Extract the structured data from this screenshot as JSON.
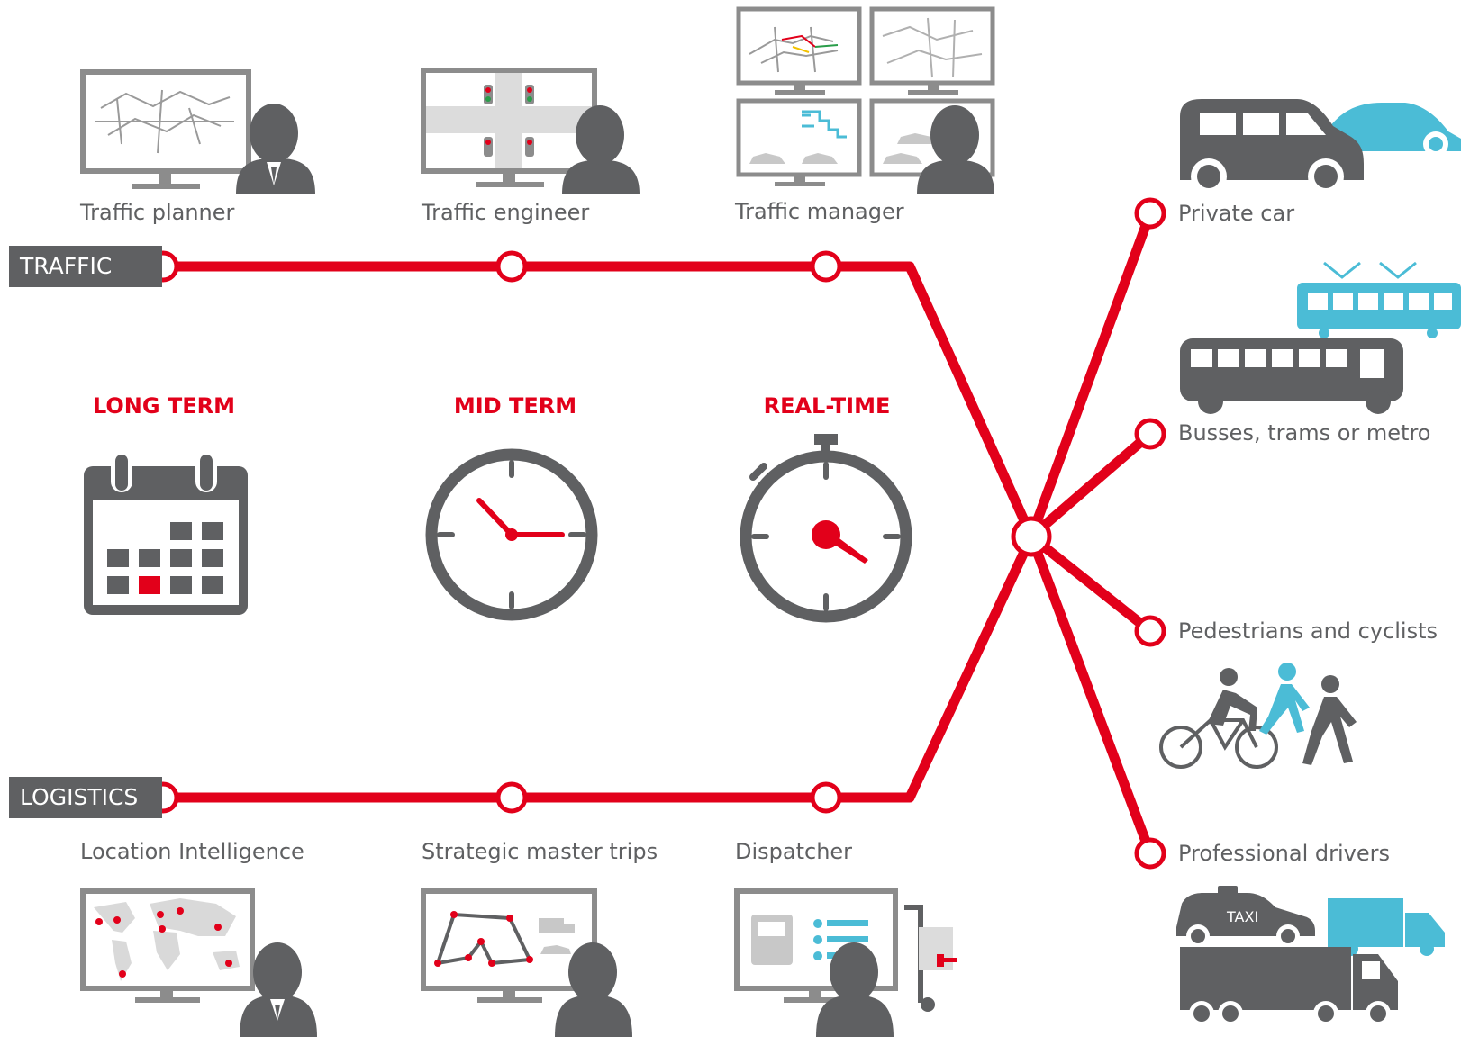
{
  "lines": {
    "traffic": "TRAFFIC",
    "logistics": "LOGISTICS"
  },
  "traffic_roles": [
    "Traffic planner",
    "Traffic engineer",
    "Traffic manager"
  ],
  "logistics_roles": [
    "Location Intelligence",
    "Strategic master trips",
    "Dispatcher"
  ],
  "horizons": [
    "LONG TERM",
    "MID TERM",
    "REAL-TIME"
  ],
  "endpoints": [
    "Private car",
    "Busses, trams or metro",
    "Pedestrians and cyclists",
    "Professional drivers"
  ],
  "taxi_sign": "TAXI",
  "colors": {
    "accent_red": "#e2001a",
    "dark_grey": "#5f6062",
    "light_grey": "#c8c8c8",
    "cyan": "#4bbcd6"
  },
  "icons": {
    "long_term": "calendar-icon",
    "mid_term": "clock-icon",
    "real_time": "stopwatch-icon",
    "private_car": "car-icon",
    "public_transport": "bus-tram-icon",
    "pedestrians": "cyclist-pedestrian-icon",
    "professional": "taxi-truck-icon"
  }
}
